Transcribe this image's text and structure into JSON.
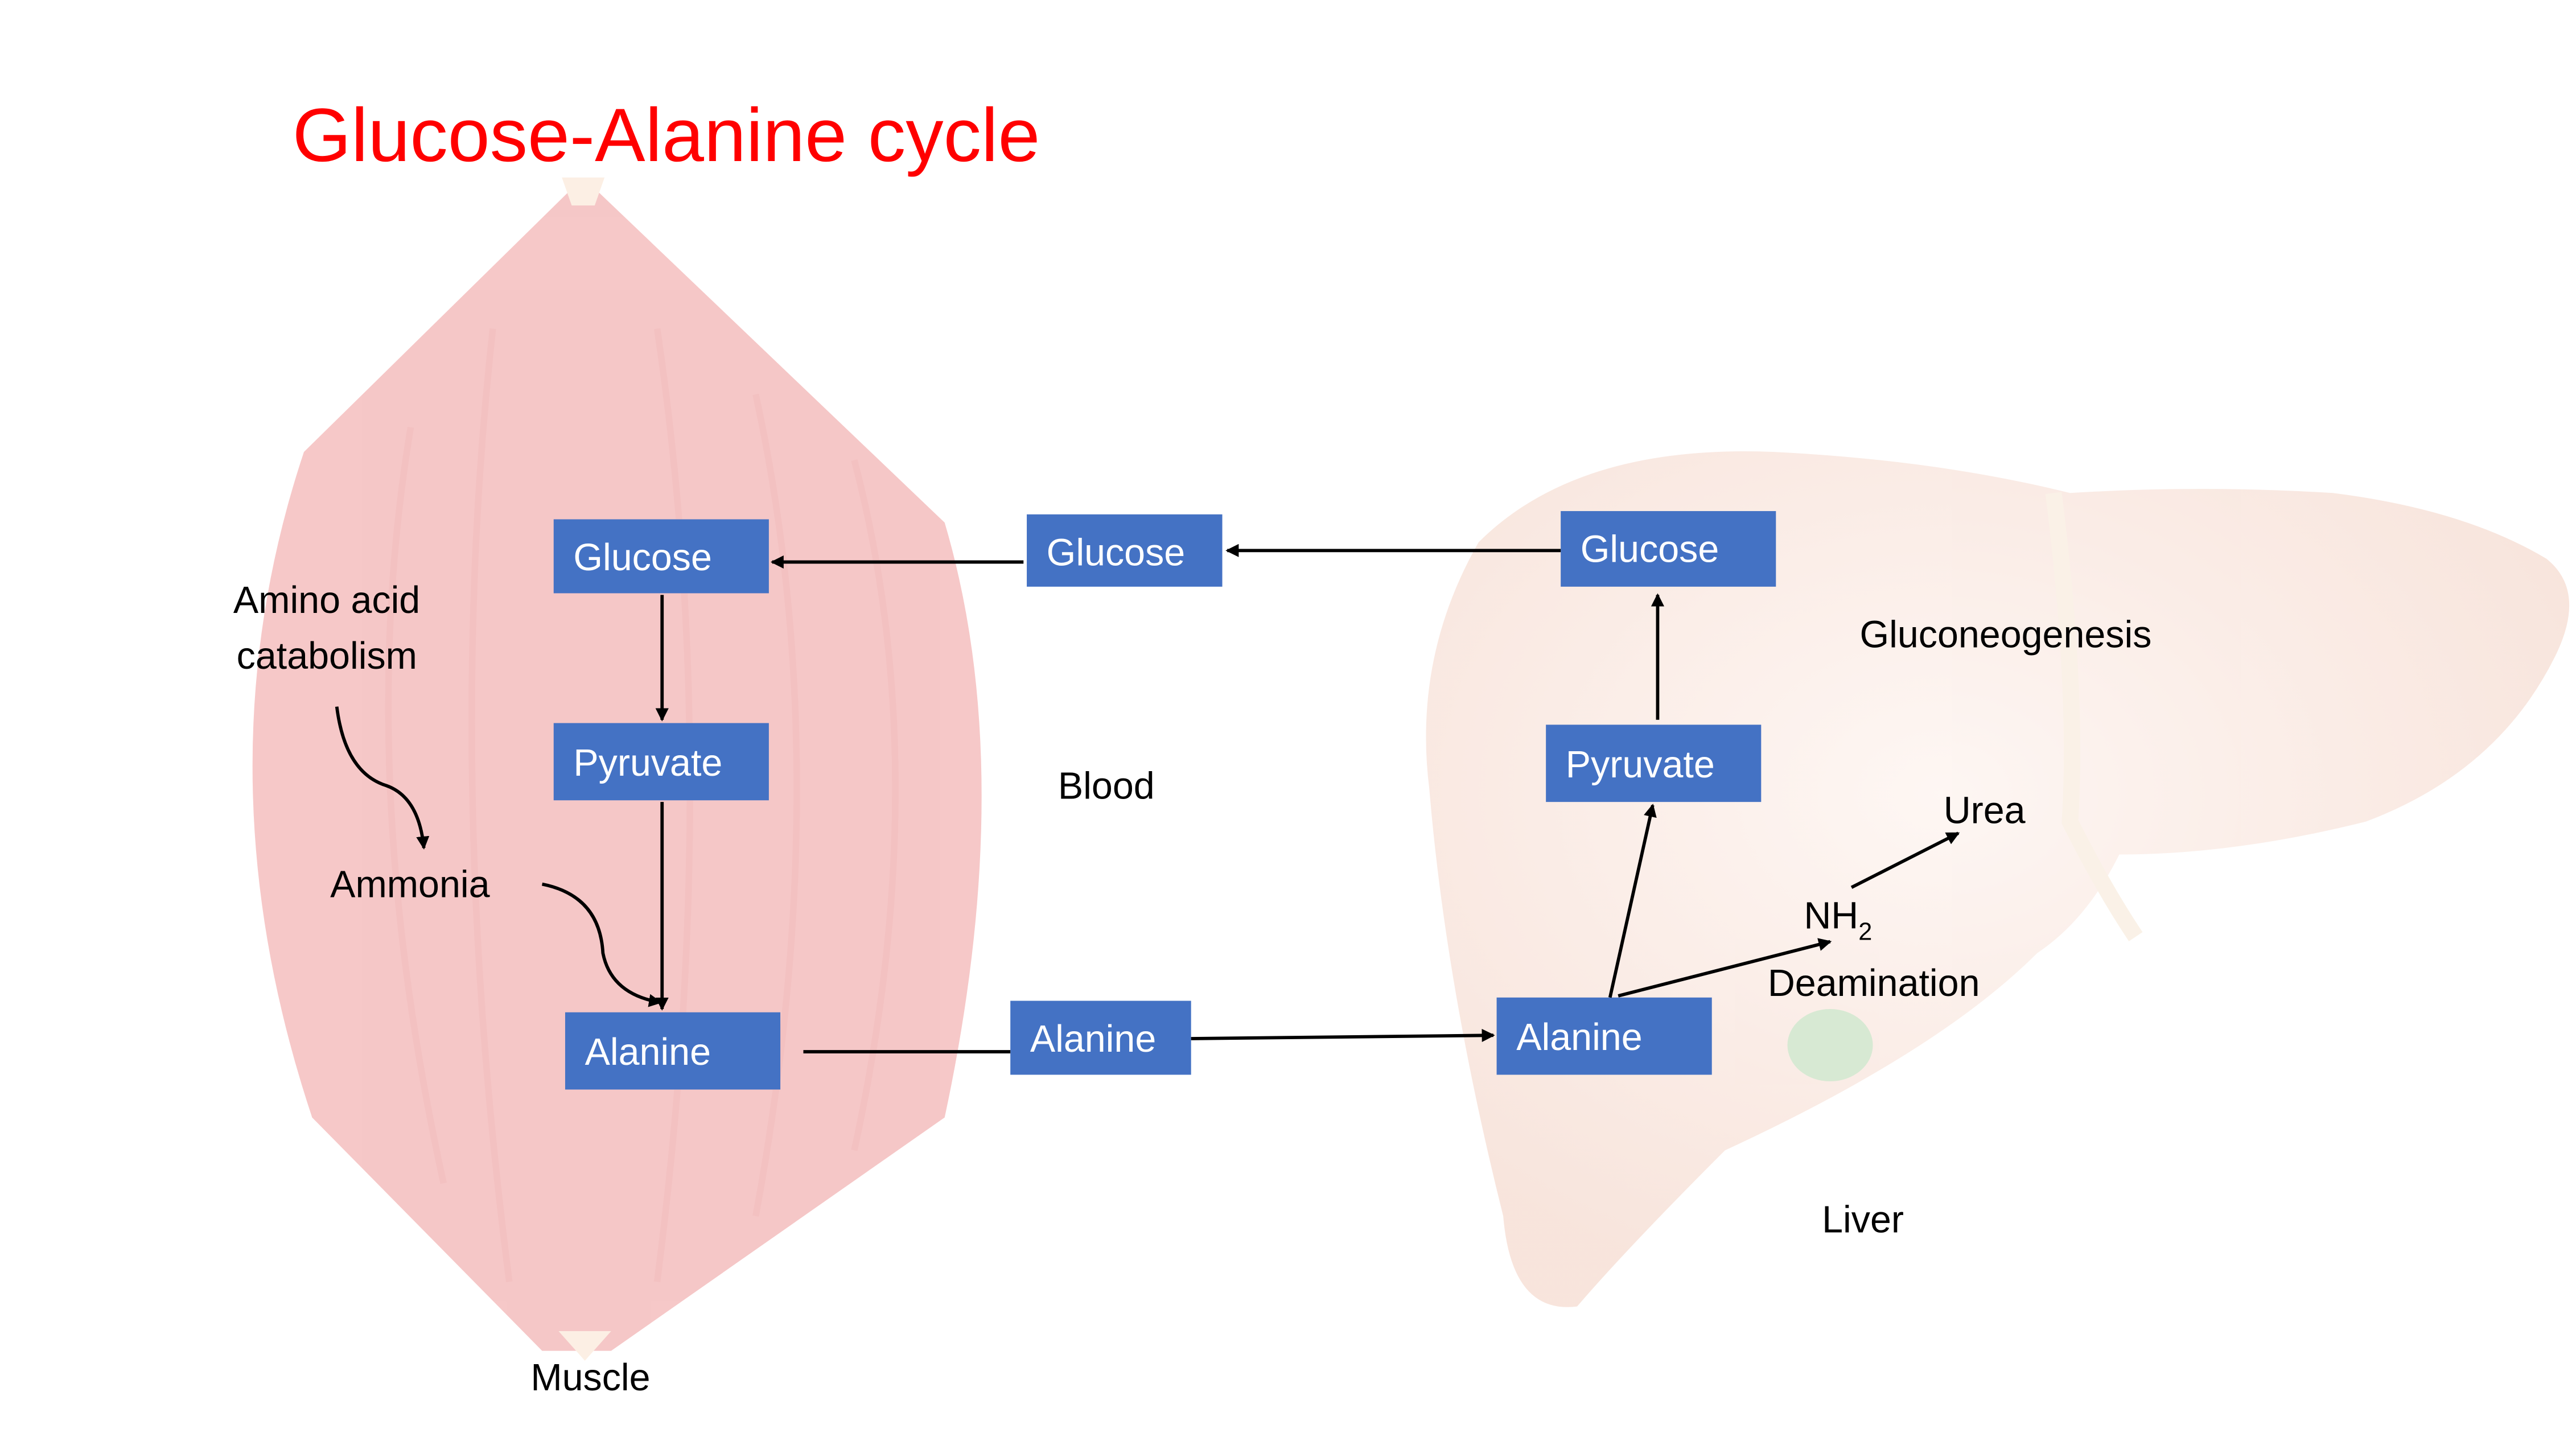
{
  "title": "Glucose-Alanine cycle",
  "colors": {
    "title": "#ff0000",
    "box": "#4472C4",
    "box_text": "#ffffff",
    "muscle": "#f2a8a8",
    "liver": "#f0c8b4",
    "gallbladder": "#b8d8b0"
  },
  "muscle": {
    "label": "Muscle",
    "boxes": {
      "glucose": "Glucose",
      "pyruvate": "Pyruvate",
      "alanine": "Alanine"
    },
    "amino_acid_line1": "Amino acid",
    "amino_acid_line2": "catabolism",
    "ammonia": "Ammonia"
  },
  "blood": {
    "label": "Blood",
    "boxes": {
      "glucose": "Glucose",
      "alanine": "Alanine"
    }
  },
  "liver": {
    "label": "Liver",
    "boxes": {
      "glucose": "Glucose",
      "pyruvate": "Pyruvate",
      "alanine": "Alanine"
    },
    "gluconeogenesis": "Gluconeogenesis",
    "urea": "Urea",
    "nh2_main": "NH",
    "nh2_sub": "2",
    "deamination": "Deamination"
  }
}
